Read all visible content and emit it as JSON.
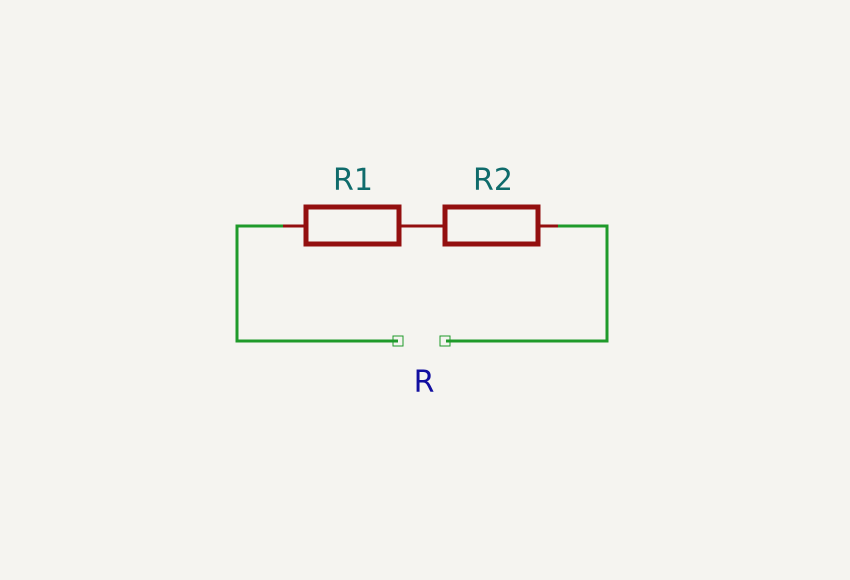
{
  "schematic": {
    "components": [
      {
        "reference": "R1"
      },
      {
        "reference": "R2"
      }
    ],
    "net_label": "R"
  },
  "colors": {
    "background": "#f5f4f0",
    "wire": "#1f9a2a",
    "component_body": "#930f0f",
    "reference_text": "#0f6b6b",
    "net_label_text": "#120fa0"
  }
}
